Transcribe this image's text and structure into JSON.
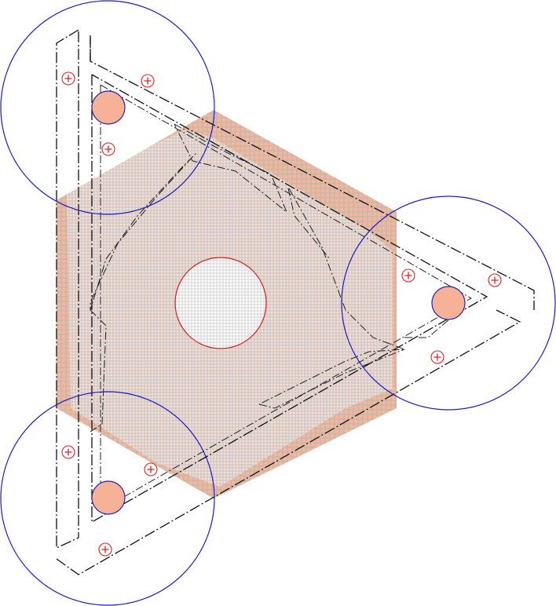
{
  "drawing": {
    "title": "",
    "colors": {
      "plate_fill": "#f4b79a",
      "mesh_line": "#b5b5b5",
      "outline": "#111111",
      "reach_circle": "#1a1acc",
      "center_hole": "#d42020",
      "screw": "#e02020",
      "pad_fill": "#f7b196",
      "pad_edge": "#2222bb"
    },
    "components": [
      {
        "kind": "triangular-base-plate",
        "hatch": "square-mesh"
      },
      {
        "kind": "center-hole"
      },
      {
        "kind": "corner-reach-circle",
        "corner": "top-left"
      },
      {
        "kind": "corner-reach-circle",
        "corner": "right"
      },
      {
        "kind": "corner-reach-circle",
        "corner": "bottom-left"
      },
      {
        "kind": "contact-pad",
        "corner": "top-left"
      },
      {
        "kind": "contact-pad",
        "corner": "right"
      },
      {
        "kind": "contact-pad",
        "corner": "bottom-left"
      }
    ],
    "screw_count": 9,
    "screw_icon": "screw-head-icon"
  }
}
